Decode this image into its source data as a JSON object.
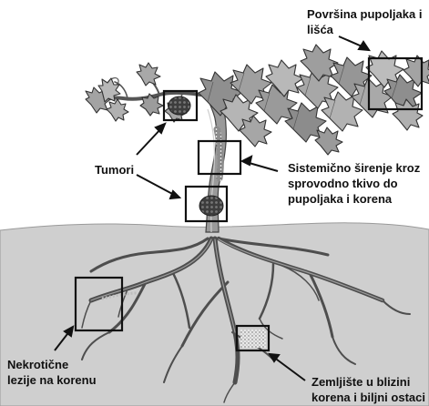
{
  "labels": {
    "surface": [
      "Površina pupoljaka i",
      "lišća"
    ],
    "tumors": "Tumori",
    "systemic": [
      "Sistemično širenje kroz",
      "sprovodno tkivo do",
      "pupoljaka i korena"
    ],
    "necrotic": [
      "Nekrotične",
      "lezije na korenu"
    ],
    "soil": [
      "Zemljište u blizini",
      "korena i biljni ostaci"
    ]
  },
  "colors": {
    "soil": "#cfcfcf",
    "leaf_fill": "#a9a9a9",
    "leaf_dark": "#5e5e5e",
    "stem": "#9a9a9a",
    "root": "#5a5a5a",
    "tumor": "#3a3a3a",
    "box": "#111111",
    "text": "#111111"
  }
}
